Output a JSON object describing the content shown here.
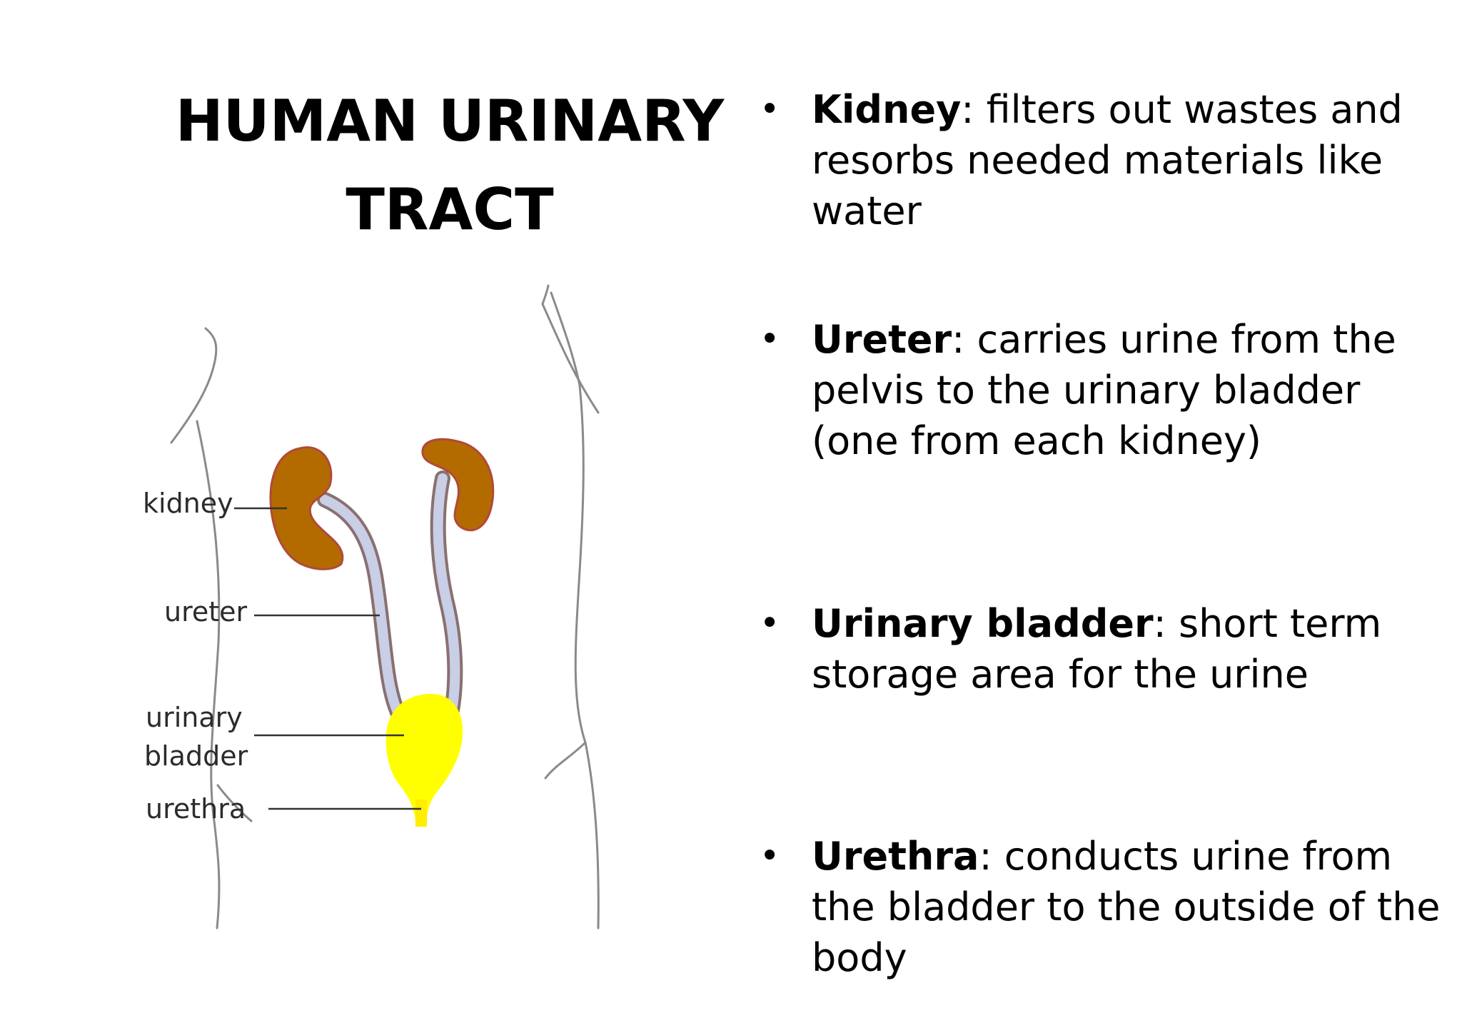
{
  "title": {
    "line1": "HUMAN URINARY",
    "line2": "TRACT"
  },
  "diagram_labels": {
    "kidney": "kidney",
    "ureter": "ureter",
    "bladder_line1": "urinary",
    "bladder_line2": "bladder",
    "urethra": "urethra"
  },
  "colors": {
    "kidney": "#b36b00",
    "kidney_outline": "#b04a3a",
    "ureter": "#c8cfe6",
    "bladder": "#ffff00",
    "body_outline": "#888888"
  },
  "bullets": [
    {
      "term": "Kidney",
      "text": ": filters out wastes and resorbs needed materials like water"
    },
    {
      "term": "Ureter",
      "text": ": carries urine from the pelvis to the urinary bladder (one from each kidney)"
    },
    {
      "term": "Urinary bladder",
      "text": ": short term storage area for the urine"
    },
    {
      "term": "Urethra",
      "text": ": conducts urine from the bladder to the outside of the body"
    }
  ]
}
